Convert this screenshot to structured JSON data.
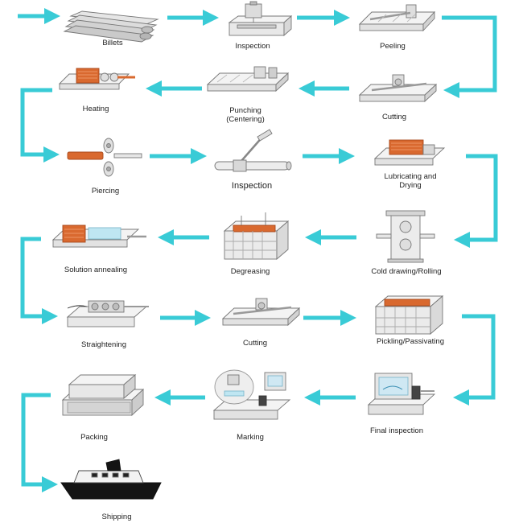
{
  "steps": [
    {
      "label": "Billets",
      "icon": "billets-icon"
    },
    {
      "label": "Inspection",
      "icon": "inspection-station-icon"
    },
    {
      "label": "Peeling",
      "icon": "peeling-machine-icon"
    },
    {
      "label": "Cutting",
      "icon": "cutting-machine-icon"
    },
    {
      "label": "Punching\n(Centering)",
      "icon": "punching-machine-icon"
    },
    {
      "label": "Heating",
      "icon": "heating-furnace-icon"
    },
    {
      "label": "Piercing",
      "icon": "piercing-mill-icon"
    },
    {
      "label": "Inspection",
      "icon": "tube-inspection-icon"
    },
    {
      "label": "Lubricating and\nDrying",
      "icon": "lubricating-tank-icon"
    },
    {
      "label": "Cold drawing/Rolling",
      "icon": "cold-drawing-mill-icon"
    },
    {
      "label": "Degreasing",
      "icon": "degreasing-tank-icon"
    },
    {
      "label": "Solution annealing",
      "icon": "annealing-furnace-icon"
    },
    {
      "label": "Straightening",
      "icon": "straightening-machine-icon"
    },
    {
      "label": "Cutting",
      "icon": "cutting-machine-icon"
    },
    {
      "label": "Pickling/Passivating",
      "icon": "pickling-tank-icon"
    },
    {
      "label": "Final inspection",
      "icon": "final-inspection-terminal-icon"
    },
    {
      "label": "Marking",
      "icon": "marking-machine-icon"
    },
    {
      "label": "Packing",
      "icon": "packing-crates-icon"
    },
    {
      "label": "Shipping",
      "icon": "ship-icon"
    }
  ],
  "colors": {
    "arrow": "#39CBD6",
    "outline": "#777777",
    "copper": "#D9692F",
    "fill": "#F1F1F1"
  }
}
